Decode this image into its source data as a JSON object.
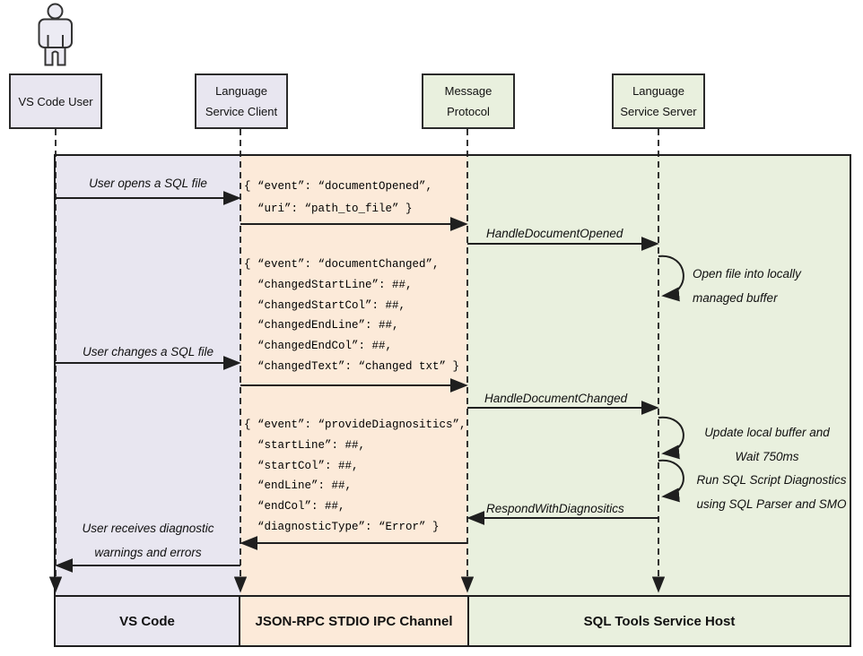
{
  "actors": {
    "user": {
      "label": "VS Code User"
    },
    "client": {
      "line1": "Language",
      "line2": "Service Client"
    },
    "protocol": {
      "line1": "Message",
      "line2": "Protocol"
    },
    "server": {
      "line1": "Language",
      "line2": "Service Server"
    }
  },
  "bottom_boxes": {
    "vscode": "VS Code",
    "ipc": "JSON-RPC STDIO IPC Channel",
    "host": "SQL Tools Service Host"
  },
  "labels": {
    "user_opens": "User opens a SQL file",
    "user_changes": "User changes a SQL file",
    "user_receives1": "User receives diagnostic",
    "user_receives2": "warnings and errors",
    "handle_opened": "HandleDocumentOpened",
    "handle_changed": "HandleDocumentChanged",
    "respond_diag": "RespondWithDiagnositics",
    "loop_open1": "Open file into locally",
    "loop_open2": "managed buffer",
    "loop_update1": "Update local buffer and",
    "loop_update2": "Wait 750ms",
    "loop_run1": "Run SQL Script Diagnostics",
    "loop_run2": "using SQL Parser and SMO"
  },
  "messages": {
    "doc_opened": {
      "lines": [
        "{ “event”: “documentOpened”,",
        "  “uri”: “path_to_file” }"
      ]
    },
    "doc_changed": {
      "lines": [
        "{ “event”: “documentChanged”,",
        "  “changedStartLine”: ##,",
        "  “changedStartCol”: ##,",
        "  “changedEndLine”: ##,",
        "  “changedEndCol”: ##,",
        "  “changedText”: “changed txt” }"
      ]
    },
    "diagnostics": {
      "lines": [
        "{ “event”: “provideDiagnositics”,",
        "  “startLine”: ##,",
        "  “startCol”: ##,",
        "  “endLine”: ##,",
        "  “endCol”: ##,",
        "  “diagnosticType”: “Error” }"
      ]
    }
  },
  "icons": {
    "actor_icon": "person-icon"
  },
  "colors": {
    "lane_purple": "#e8e6f0",
    "lane_peach": "#fcead9",
    "lane_green": "#e9f0de",
    "line": "#1f1f1f"
  }
}
